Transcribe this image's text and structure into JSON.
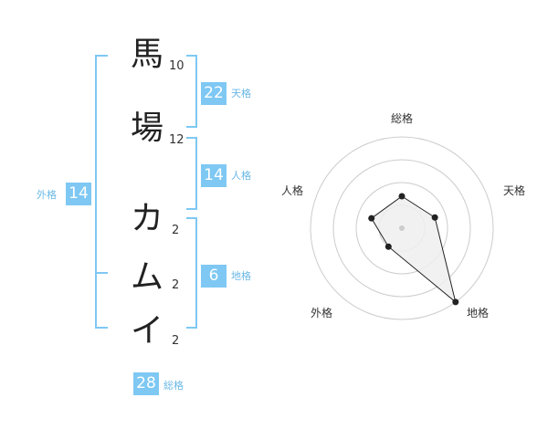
{
  "name": {
    "chars": [
      {
        "char": "馬",
        "strokes": "10"
      },
      {
        "char": "場",
        "strokes": "12"
      },
      {
        "char": "カ",
        "strokes": "2"
      },
      {
        "char": "ム",
        "strokes": "2"
      },
      {
        "char": "イ",
        "strokes": "2"
      }
    ]
  },
  "kakusu": {
    "tenkaku": {
      "value": "22",
      "label": "天格"
    },
    "jinkaku": {
      "value": "14",
      "label": "人格"
    },
    "chikaku": {
      "value": "6",
      "label": "地格"
    },
    "gaikaku": {
      "value": "14",
      "label": "外格"
    },
    "soukaku": {
      "value": "28",
      "label": "総格"
    }
  },
  "chart_data": {
    "type": "radar",
    "axes": [
      "総格",
      "天格",
      "地格",
      "外格",
      "人格"
    ],
    "values": [
      0.35,
      0.38,
      1.0,
      0.25,
      0.35
    ],
    "rings": 4,
    "colors": {
      "ring": "#cccccc",
      "fill": "#efefef",
      "line": "#222222",
      "point": "#222222"
    }
  }
}
